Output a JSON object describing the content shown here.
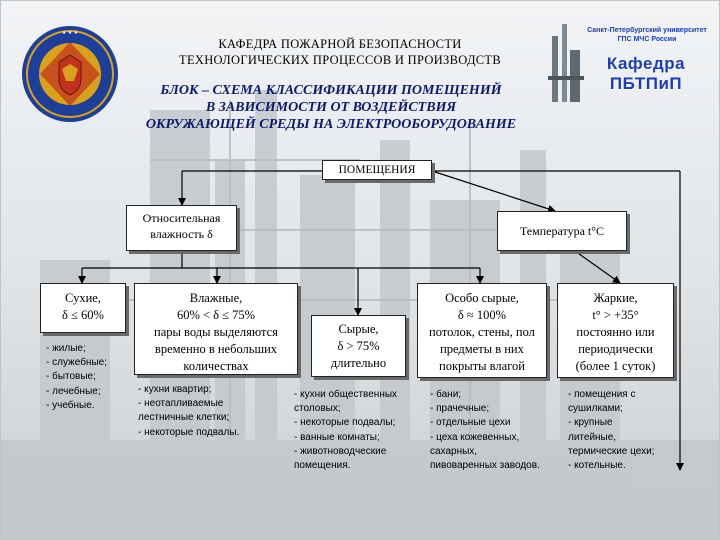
{
  "header": {
    "line1": "КАФЕДРА  ПОЖАРНОЙ  БЕЗОПАСНОСТИ",
    "line2": "ТЕХНОЛОГИЧЕСКИХ  ПРОЦЕССОВ  И  ПРОИЗВОДСТВ"
  },
  "title": {
    "line1": "БЛОК – СХЕМА КЛАССИФИКАЦИИ ПОМЕЩЕНИЙ",
    "line2": "В ЗАВИСИМОСТИ ОТ ВОЗДЕЙСТВИЯ",
    "line3": "ОКРУЖАЮЩЕЙ СРЕДЫ НА ЭЛЕКТРООБОРУДОВАНИЕ"
  },
  "logo_right": {
    "caption": "Санкт-Петербургский университет ГПС МЧС России",
    "name": "Кафедра ПБТПиП"
  },
  "colors": {
    "title": "#0b1a6e",
    "logo_right": "#1a3db8",
    "emblem": "#1d3f9a",
    "emblem_gold": "#d8a21a"
  },
  "root": "ПОМЕЩЕНИЯ",
  "group_humidity": {
    "line1": "Относительная",
    "line2": "влажность δ"
  },
  "group_temperature": "Температура t°C",
  "categories": [
    {
      "lines": [
        "Сухие,",
        "δ ≤ 60%"
      ],
      "examples": [
        "- жилые;",
        "- служебные;",
        "- бытовые;",
        "- лечебные;",
        "- учебные."
      ]
    },
    {
      "lines": [
        "Влажные,",
        "60% < δ ≤ 75%",
        "пары воды выделяются",
        "временно в небольших",
        "количествах"
      ],
      "examples": [
        "- кухни квартир;",
        "- неотапливаемые",
        "лестничные клетки;",
        "- некоторые подвалы."
      ]
    },
    {
      "lines": [
        "Сырые,",
        "δ > 75%",
        "длительно"
      ],
      "examples": [
        "- кухни общественных",
        "столовых;",
        "- некоторые подвалы;",
        "- ванные комнаты;",
        "- животноводческие",
        "помещения."
      ]
    },
    {
      "lines": [
        "Особо сырые,",
        "δ ≈ 100%",
        "потолок, стены, пол",
        "предметы в них",
        "покрыты влагой"
      ],
      "examples": [
        "- бани;",
        "- прачечные;",
        "- отдельные цехи",
        "- цеха кожевенных,",
        "сахарных,",
        "пивоваренных заводов."
      ]
    },
    {
      "lines": [
        "Жаркие,",
        "t° > +35°",
        "постоянно или",
        "периодически",
        "(более 1 суток)"
      ],
      "examples": [
        "- помещения с",
        "сушилками;",
        "- крупные",
        "литейные,",
        "термические цехи;",
        "- котельные."
      ]
    }
  ]
}
